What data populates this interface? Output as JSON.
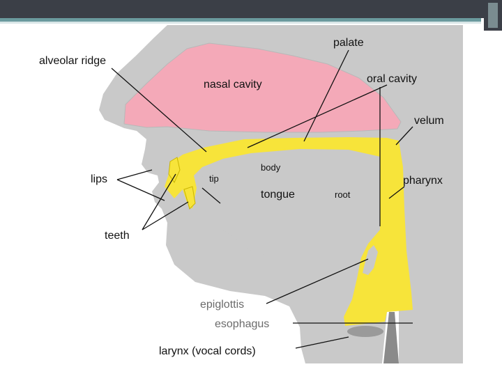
{
  "labels": {
    "palate": "palate",
    "alveolar_ridge": "alveolar ridge",
    "nasal_cavity": "nasal cavity",
    "oral_cavity": "oral cavity",
    "velum": "velum",
    "lips": "lips",
    "tip": "tip",
    "body": "body",
    "tongue": "tongue",
    "root": "root",
    "pharynx": "pharynx",
    "teeth": "teeth",
    "epiglottis": "epiglottis",
    "esophagus": "esophagus",
    "larynx": "larynx (vocal cords)"
  },
  "colors": {
    "head": "#c9c9c9",
    "nasal_cavity": "#f4a9b8",
    "airway": "#f7e43a",
    "text": "#111111",
    "text_muted": "#6b6b6b"
  }
}
